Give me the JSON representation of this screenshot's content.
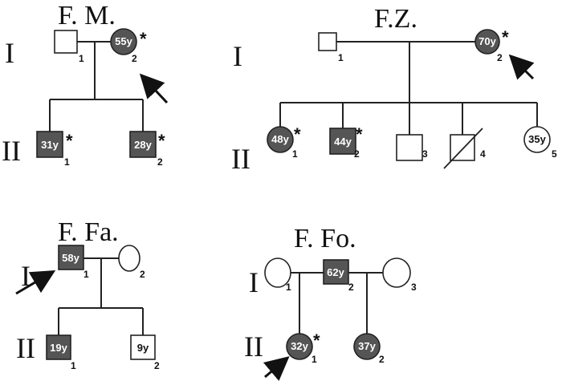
{
  "families": [
    {
      "title": "F. M.",
      "generations": [
        "I",
        "II"
      ],
      "members": [
        {
          "gen": "I",
          "num": "1",
          "sex": "male",
          "affected": false,
          "age": ""
        },
        {
          "gen": "I",
          "num": "2",
          "sex": "female",
          "affected": true,
          "age": "55y",
          "star": "*",
          "proband": true
        },
        {
          "gen": "II",
          "num": "1",
          "sex": "male",
          "affected": true,
          "age": "31y",
          "star": "*"
        },
        {
          "gen": "II",
          "num": "2",
          "sex": "male",
          "affected": true,
          "age": "28y",
          "star": "*"
        }
      ]
    },
    {
      "title": "F.Z.",
      "generations": [
        "I",
        "II"
      ],
      "members": [
        {
          "gen": "I",
          "num": "1",
          "sex": "male",
          "affected": false,
          "age": ""
        },
        {
          "gen": "I",
          "num": "2",
          "sex": "female",
          "affected": true,
          "age": "70y",
          "star": "*",
          "proband": true
        },
        {
          "gen": "II",
          "num": "1",
          "sex": "female",
          "affected": true,
          "age": "48y",
          "star": "*"
        },
        {
          "gen": "II",
          "num": "2",
          "sex": "male",
          "affected": true,
          "age": "44y",
          "star": "*"
        },
        {
          "gen": "II",
          "num": "3",
          "sex": "male",
          "affected": false,
          "age": ""
        },
        {
          "gen": "II",
          "num": "4",
          "sex": "male",
          "affected": false,
          "age": "",
          "deceased": true
        },
        {
          "gen": "II",
          "num": "5",
          "sex": "female",
          "affected": false,
          "age": "35y"
        }
      ]
    },
    {
      "title": "F. Fa.",
      "generations": [
        "I",
        "II"
      ],
      "members": [
        {
          "gen": "I",
          "num": "1",
          "sex": "male",
          "affected": true,
          "age": "58y",
          "proband": true
        },
        {
          "gen": "I",
          "num": "2",
          "sex": "female",
          "affected": false,
          "age": ""
        },
        {
          "gen": "II",
          "num": "1",
          "sex": "male",
          "affected": true,
          "age": "19y"
        },
        {
          "gen": "II",
          "num": "2",
          "sex": "male",
          "affected": false,
          "age": "9y"
        }
      ]
    },
    {
      "title": "F. Fo.",
      "generations": [
        "I",
        "II"
      ],
      "members": [
        {
          "gen": "I",
          "num": "1",
          "sex": "female",
          "affected": false,
          "age": ""
        },
        {
          "gen": "I",
          "num": "2",
          "sex": "male",
          "affected": true,
          "age": "62y"
        },
        {
          "gen": "I",
          "num": "3",
          "sex": "female",
          "affected": false,
          "age": ""
        },
        {
          "gen": "II",
          "num": "1",
          "sex": "female",
          "affected": true,
          "age": "32y",
          "star": "*",
          "proband": true
        },
        {
          "gen": "II",
          "num": "2",
          "sex": "female",
          "affected": true,
          "age": "37y"
        }
      ]
    }
  ],
  "colors": {
    "affected": "#555555",
    "unaffected": "#ffffff",
    "line": "#222222"
  }
}
